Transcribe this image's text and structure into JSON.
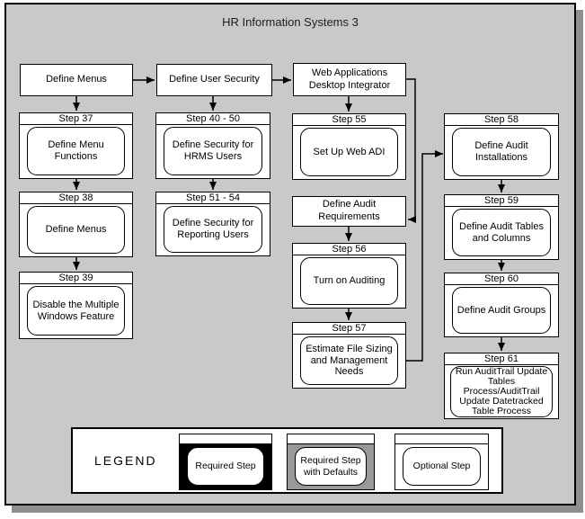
{
  "title": "HR Information Systems 3",
  "flow": {
    "define_menus_label": "Define Menus",
    "define_user_security_label": "Define User Security",
    "web_adi_label": "Web Applications Desktop Integrator",
    "define_audit_requirements_label": "Define Audit Requirements",
    "columns": {
      "menus": [
        {
          "header": "Step 37",
          "label": "Define Menu Functions"
        },
        {
          "header": "Step 38",
          "label": "Define Menus"
        },
        {
          "header": "Step 39",
          "label": "Disable the Multiple Windows Feature"
        }
      ],
      "user_security": [
        {
          "header": "Step 40 - 50",
          "label": "Define Security for HRMS Users"
        },
        {
          "header": "Step 51 - 54",
          "label": "Define Security for Reporting Users"
        }
      ],
      "web_adi_audit": [
        {
          "header": "Step 55",
          "label": "Set Up Web ADI"
        },
        {
          "header": "Step 56",
          "label": "Turn on Auditing"
        },
        {
          "header": "Step 57",
          "label": "Estimate File Sizing and Management Needs"
        }
      ],
      "audit_trail": [
        {
          "header": "Step 58",
          "label": "Define Audit Installations"
        },
        {
          "header": "Step 59",
          "label": "Define Audit Tables and Columns"
        },
        {
          "header": "Step 60",
          "label": "Define Audit Groups"
        },
        {
          "header": "Step 61",
          "label": "Run AuditTrail Update Tables Process/AuditTrail Update Datetracked Table Process"
        }
      ]
    }
  },
  "legend": {
    "title": "LEGEND",
    "items": [
      {
        "label": "Required Step",
        "style": "required"
      },
      {
        "label": "Required Step with Defaults",
        "style": "required-defaults"
      },
      {
        "label": "Optional Step",
        "style": "optional"
      }
    ]
  },
  "colors": {
    "canvas_fill": "#c9c9c9",
    "box_fill": "#ffffff",
    "line_color": "#000000",
    "shadow_color": "#8f8f8f",
    "legend_required_fill": "#000000",
    "legend_defaults_fill": "#999999"
  }
}
